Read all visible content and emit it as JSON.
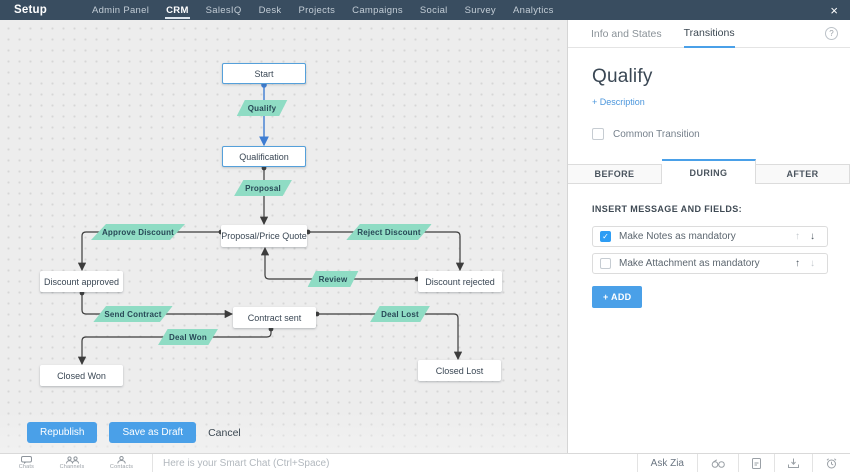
{
  "topnav": {
    "brand": "Setup",
    "items": [
      "Admin Panel",
      "CRM",
      "SalesIQ",
      "Desk",
      "Projects",
      "Campaigns",
      "Social",
      "Survey",
      "Analytics"
    ],
    "active_item": "CRM"
  },
  "icons": {
    "close": "×",
    "help": "?",
    "check": "✓",
    "up_arrow": "↑",
    "down_arrow": "↓"
  },
  "colors": {
    "topnav_bg": "#394d60",
    "accent_blue": "#4aa0e8",
    "selected_line_blue": "#3e7dd2",
    "state_mint": "#8fdcc4",
    "canvas_bg": "#ededed",
    "checkbox_checked": "#2e9df4"
  },
  "canvas": {
    "nodes": [
      {
        "label": "Start",
        "selected": true
      },
      {
        "label": "Qualification",
        "selected": true
      },
      {
        "label": "Proposal/Price Quote",
        "selected": false
      },
      {
        "label": "Discount approved",
        "selected": false
      },
      {
        "label": "Discount rejected",
        "selected": false
      },
      {
        "label": "Contract sent",
        "selected": false
      },
      {
        "label": "Closed Won",
        "selected": false
      },
      {
        "label": "Closed Lost",
        "selected": false
      }
    ],
    "transitions": [
      {
        "label": "Qualify",
        "from": "Start",
        "to": "Qualification",
        "selected": true
      },
      {
        "label": "Proposal",
        "from": "Qualification",
        "to": "Proposal/Price Quote",
        "selected": false
      },
      {
        "label": "Approve Discount",
        "from": "Proposal/Price Quote",
        "to": "Discount approved",
        "selected": false
      },
      {
        "label": "Reject Discount",
        "from": "Proposal/Price Quote",
        "to": "Discount rejected",
        "selected": false
      },
      {
        "label": "Review",
        "from": "Discount rejected",
        "to": "Proposal/Price Quote",
        "selected": false
      },
      {
        "label": "Send Contract",
        "from": "Discount approved",
        "to": "Contract sent",
        "selected": false
      },
      {
        "label": "Deal Won",
        "from": "Contract sent",
        "to": "Closed Won",
        "selected": false
      },
      {
        "label": "Deal Lost",
        "from": "Contract sent",
        "to": "Closed Lost",
        "selected": false
      }
    ],
    "actions": {
      "republish": "Republish",
      "save_draft": "Save as Draft",
      "cancel": "Cancel"
    }
  },
  "panel": {
    "tabs": [
      {
        "label": "Info and States",
        "active": false
      },
      {
        "label": "Transitions",
        "active": true
      }
    ],
    "title": "Qualify",
    "description_link": "+ Description",
    "common_transition": {
      "label": "Common Transition",
      "checked": false
    },
    "stage_tabs": [
      {
        "label": "BEFORE",
        "active": false
      },
      {
        "label": "DURING",
        "active": true
      },
      {
        "label": "AFTER",
        "active": false
      }
    ],
    "section_heading": "INSERT MESSAGE AND FIELDS:",
    "items": [
      {
        "label": "Make Notes as mandatory",
        "checked": true
      },
      {
        "label": "Make Attachment as mandatory",
        "checked": false
      }
    ],
    "add_button": "+ ADD"
  },
  "statusbar": {
    "left_items": [
      {
        "label": "Chats"
      },
      {
        "label": "Channels"
      },
      {
        "label": "Contacts"
      }
    ],
    "smart_chat_placeholder": "Here is your Smart Chat (Ctrl+Space)",
    "ask_zia": "Ask Zia"
  }
}
